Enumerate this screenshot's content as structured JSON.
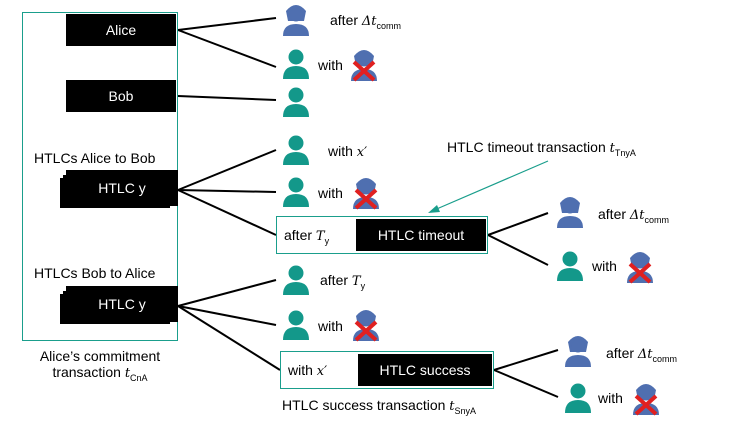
{
  "boxes": {
    "alice": "Alice",
    "bob": "Bob",
    "htlc_y_1": "HTLC y",
    "htlc_y_2": "HTLC y",
    "htlc_timeout": "HTLC timeout",
    "htlc_success": "HTLC success"
  },
  "groups": {
    "alice_to_bob": "HTLCs Alice to Bob",
    "bob_to_alice": "HTLCs Bob to Alice"
  },
  "frames": {
    "timeout_prefix": "after",
    "timeout_var": "T",
    "timeout_sub": "y",
    "success_prefix": "with",
    "success_var": "x′"
  },
  "captions": {
    "commitment_line1": "Alice’s commitment",
    "commitment_line2": "transaction",
    "commitment_var": "t",
    "commitment_sub": "CnA",
    "timeout_text": "HTLC timeout transaction",
    "timeout_var": "t",
    "timeout_sub": "TnyA",
    "success_text": "HTLC success transaction",
    "success_var": "t",
    "success_sub": "SnyA"
  },
  "outputs": {
    "after": "after",
    "with": "with",
    "delta": "Δt",
    "comm": "comm",
    "T": "T",
    "y": "y",
    "x": "x′"
  },
  "colors": {
    "blue_person": "#4f6fb0",
    "teal_person": "#13988a",
    "frame": "#1a9e8c",
    "cross": "#e02020"
  }
}
